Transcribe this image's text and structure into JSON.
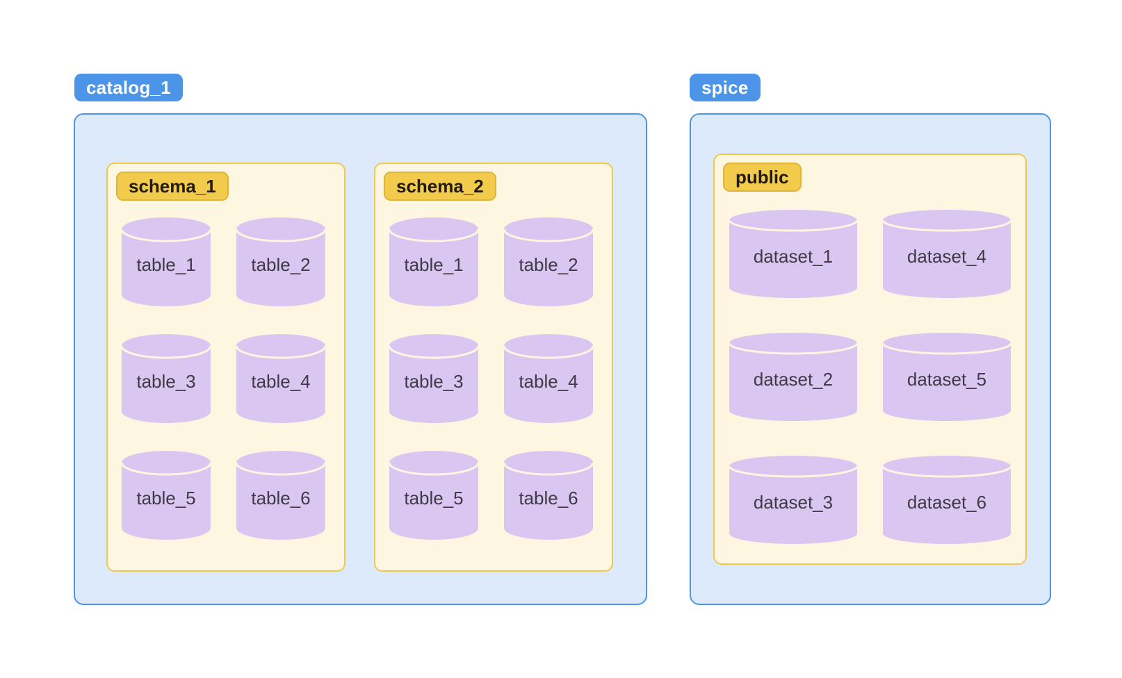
{
  "colors": {
    "blue_badge_bg": "#4b94e8",
    "blue_badge_text": "#ffffff",
    "blue_container_bg": "#dceafb",
    "blue_container_border": "#4b94e8",
    "yellow_box_bg": "#fdf6e1",
    "yellow_box_border": "#eec84f",
    "yellow_badge_bg": "#f2cb4d",
    "yellow_badge_border": "#e2b33c",
    "yellow_badge_text": "#211b0c",
    "cylinder_fill": "#d9c7f1",
    "cylinder_seam": "#fdf6e1",
    "cylinder_text": "#3e3a46"
  },
  "catalog": {
    "badge": "catalog_1",
    "schemas": [
      {
        "badge": "schema_1",
        "tables": [
          "table_1",
          "table_2",
          "table_3",
          "table_4",
          "table_5",
          "table_6"
        ]
      },
      {
        "badge": "schema_2",
        "tables": [
          "table_1",
          "table_2",
          "table_3",
          "table_4",
          "table_5",
          "table_6"
        ]
      }
    ]
  },
  "spice": {
    "badge": "spice",
    "schemas": [
      {
        "badge": "public",
        "datasets": [
          "dataset_1",
          "dataset_2",
          "dataset_3",
          "dataset_4",
          "dataset_5",
          "dataset_6"
        ]
      }
    ]
  }
}
